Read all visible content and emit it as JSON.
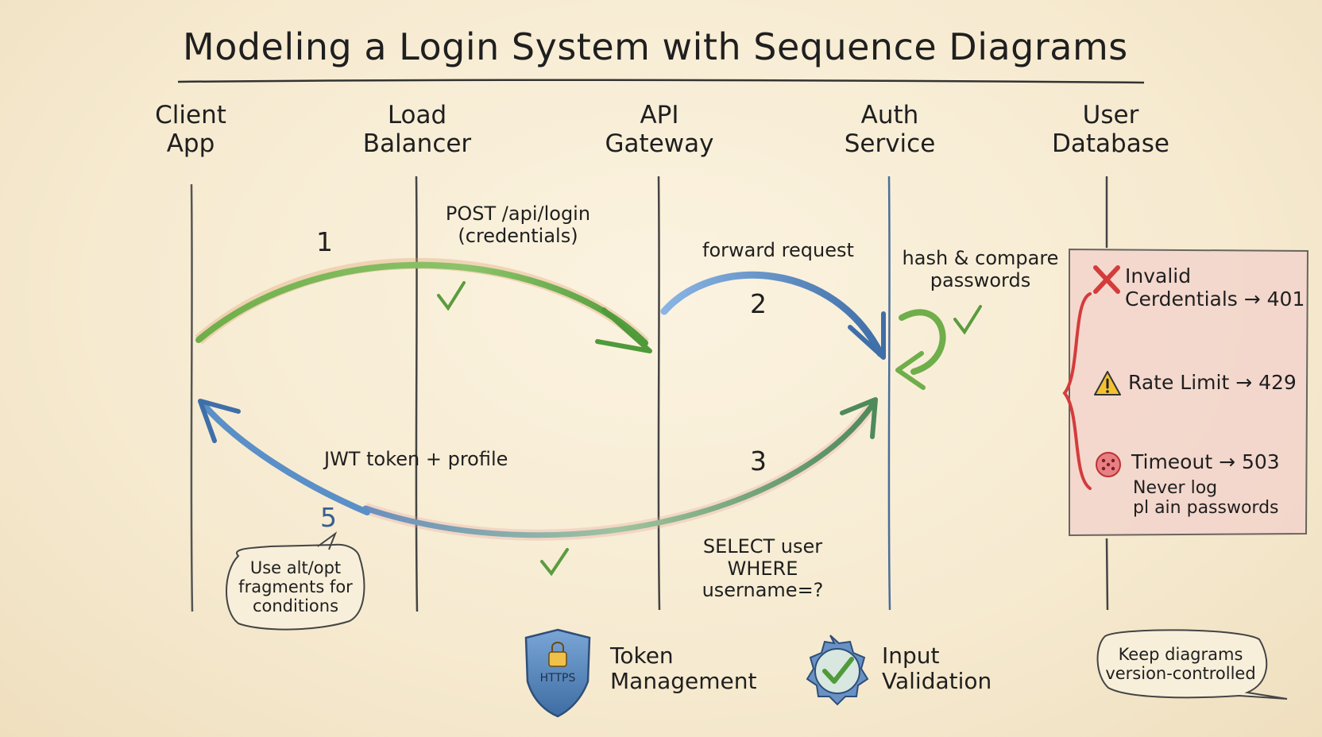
{
  "title": "Modeling a Login System with Sequence Diagrams",
  "participants": [
    {
      "label": "Client\nApp"
    },
    {
      "label": "Load\nBalancer"
    },
    {
      "label": "API\nGateway"
    },
    {
      "label": "Auth\nService"
    },
    {
      "label": "User\nDatabase"
    }
  ],
  "messages": {
    "post_login": "POST /api/login\n(credentials)",
    "forward": "forward request",
    "hash_compare": "hash & compare\npasswords",
    "jwt": "JWT token + profile",
    "select": "SELECT user\nWHERE username=?"
  },
  "step_numbers": {
    "s1": "1",
    "s2": "2",
    "s3": "3",
    "s5": "5"
  },
  "errors": [
    {
      "icon": "x-icon",
      "text": "Invalid\nCerdentials → 401"
    },
    {
      "icon": "warning-icon",
      "text": "Rate Limit → 429"
    },
    {
      "icon": "timeout-icon",
      "text": "Timeout → 503"
    }
  ],
  "error_note": "Never log\npl ain passwords",
  "notes": {
    "fragments": "Use alt/opt\nfragments for\nconditions",
    "version": "Keep diagrams\nversion-controlled"
  },
  "legend": [
    {
      "icon": "shield-https-icon",
      "badge": "HTTPS",
      "text": "Token\nManagement"
    },
    {
      "icon": "check-badge-icon",
      "text": "Input\nValidation"
    }
  ],
  "colors": {
    "green": "#6fae4a",
    "blue": "#5b8fc7",
    "red": "#d43c3c",
    "lifeline": "#555555",
    "error_box": "#f3d2cc"
  }
}
